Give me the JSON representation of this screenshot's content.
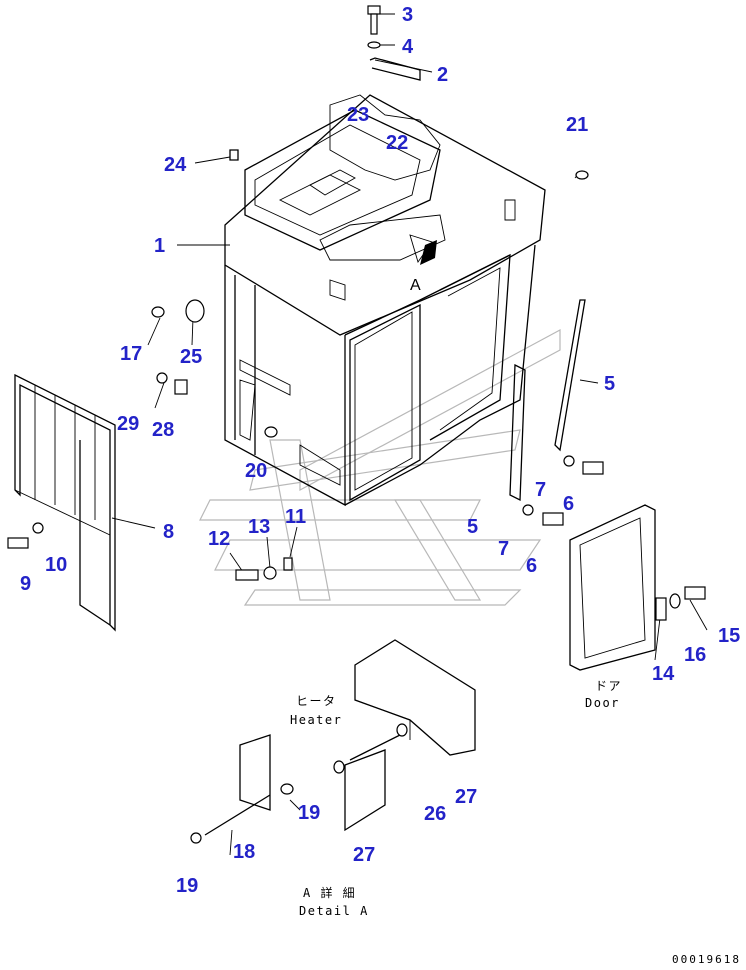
{
  "callouts": {
    "c1": "1",
    "c2": "2",
    "c3": "3",
    "c4": "4",
    "c5a": "5",
    "c5b": "5",
    "c6a": "6",
    "c6b": "6",
    "c7a": "7",
    "c7b": "7",
    "c8": "8",
    "c9": "9",
    "c10": "10",
    "c11": "11",
    "c12": "12",
    "c13": "13",
    "c14": "14",
    "c15": "15",
    "c16": "16",
    "c17": "17",
    "c18": "18",
    "c19a": "19",
    "c19b": "19",
    "c20": "20",
    "c21": "21",
    "c22": "22",
    "c23": "23",
    "c24": "24",
    "c25": "25",
    "c26": "26",
    "c27a": "27",
    "c27b": "27",
    "c28": "28",
    "c29": "29"
  },
  "labels": {
    "view_marker": "A",
    "door_jp": "ドア",
    "door_en": "Door",
    "heater_jp": "ヒータ",
    "heater_en": "Heater",
    "detail_jp": "A 詳 細",
    "detail_en": "Detail A"
  },
  "document_number": "00019618",
  "colors": {
    "callout": "#2323c8",
    "linework": "#000000",
    "watermark": "#b8b8b8"
  }
}
